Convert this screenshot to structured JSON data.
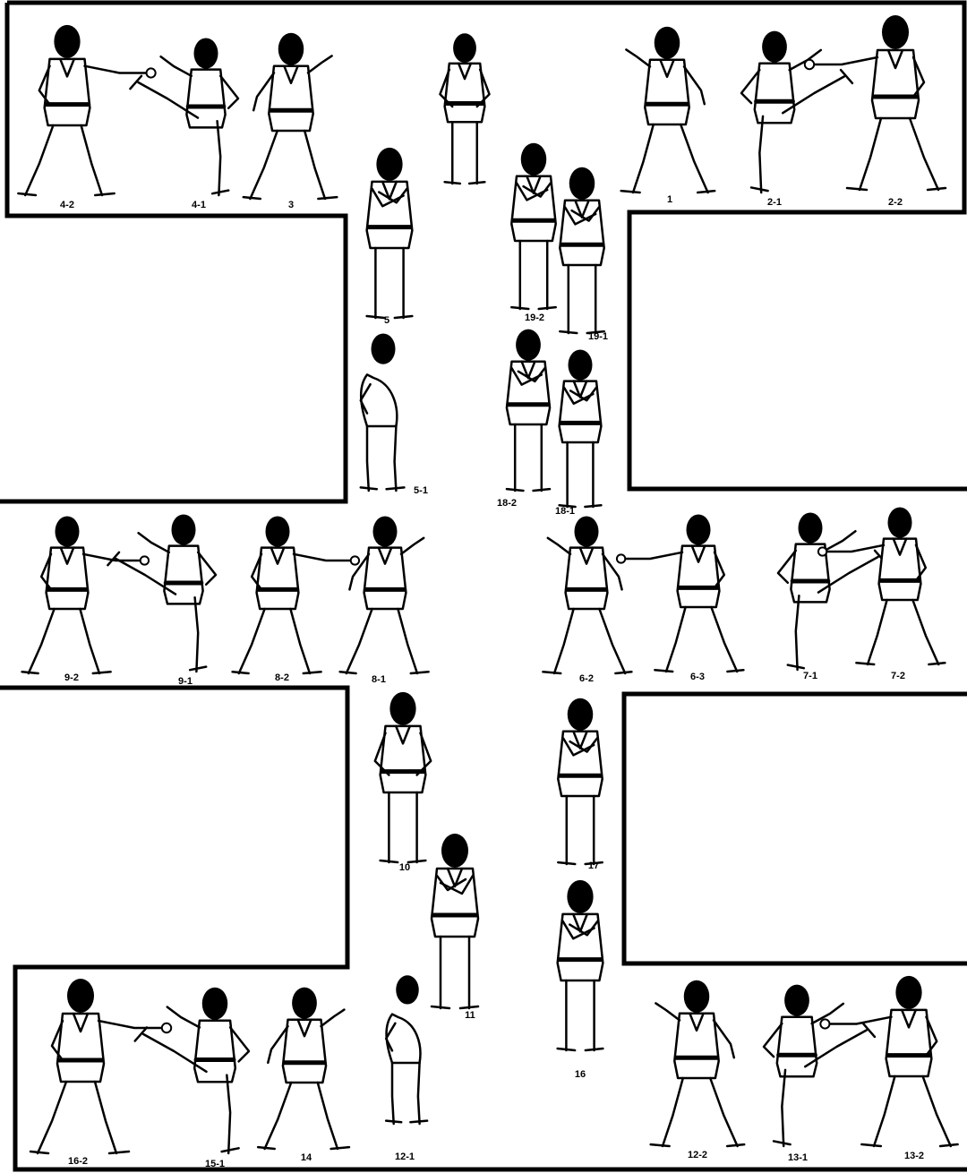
{
  "diagram": {
    "ink_color": "#000000",
    "paper_color": "#ffffff",
    "figures": [
      {
        "label": "4-2",
        "icon": "martial-artist-punch-icon"
      },
      {
        "label": "4-1",
        "icon": "martial-artist-kick-icon"
      },
      {
        "label": "3",
        "icon": "martial-artist-stance-icon"
      },
      {
        "label": "",
        "icon": "martial-artist-ready-icon"
      },
      {
        "label": "1",
        "icon": "martial-artist-stance-icon"
      },
      {
        "label": "2-1",
        "icon": "martial-artist-kick-icon"
      },
      {
        "label": "2-2",
        "icon": "martial-artist-punch-icon"
      },
      {
        "label": "5",
        "icon": "martial-artist-block-icon"
      },
      {
        "label": "5-1",
        "icon": "martial-artist-bow-icon"
      },
      {
        "label": "19-2",
        "icon": "martial-artist-block-icon"
      },
      {
        "label": "19-1",
        "icon": "martial-artist-block-icon"
      },
      {
        "label": "18-2",
        "icon": "martial-artist-block-icon"
      },
      {
        "label": "18-1",
        "icon": "martial-artist-block-icon"
      },
      {
        "label": "9-2",
        "icon": "martial-artist-punch-icon"
      },
      {
        "label": "9-1",
        "icon": "martial-artist-kick-icon"
      },
      {
        "label": "8-2",
        "icon": "martial-artist-punch-icon"
      },
      {
        "label": "8-1",
        "icon": "martial-artist-stance-icon"
      },
      {
        "label": "6-2",
        "icon": "martial-artist-stance-icon"
      },
      {
        "label": "6-3",
        "icon": "martial-artist-punch-icon"
      },
      {
        "label": "7-1",
        "icon": "martial-artist-kick-icon"
      },
      {
        "label": "7-2",
        "icon": "martial-artist-punch-icon"
      },
      {
        "label": "10",
        "icon": "martial-artist-ready-icon"
      },
      {
        "label": "11",
        "icon": "martial-artist-block-icon"
      },
      {
        "label": "17",
        "icon": "martial-artist-block-icon"
      },
      {
        "label": "16",
        "icon": "martial-artist-block-icon"
      },
      {
        "label": "16-2",
        "icon": "martial-artist-punch-icon"
      },
      {
        "label": "15-1",
        "icon": "martial-artist-kick-icon"
      },
      {
        "label": "14",
        "icon": "martial-artist-stance-icon"
      },
      {
        "label": "12-1",
        "icon": "martial-artist-bow-icon"
      },
      {
        "label": "12-2",
        "icon": "martial-artist-stance-icon"
      },
      {
        "label": "13-1",
        "icon": "martial-artist-kick-icon"
      },
      {
        "label": "13-2",
        "icon": "martial-artist-punch-icon"
      }
    ]
  }
}
